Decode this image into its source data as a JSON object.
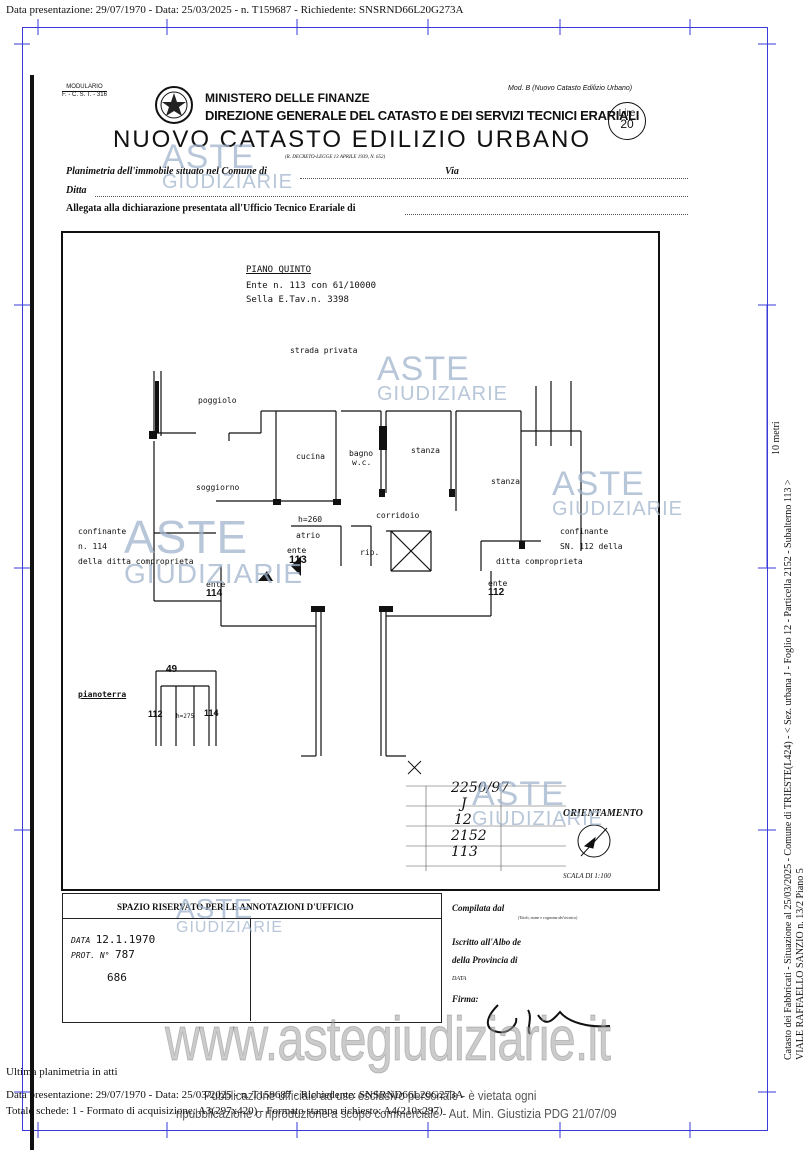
{
  "header": {
    "info": "Data presentazione: 29/07/1970 - Data: 25/03/2025 - n. T159687 - Richiedente: SNSRND66L20G273A"
  },
  "form": {
    "modulario": "MODULARIO",
    "modulario_code": "F. - C. S. T. - 316",
    "model_ref": "Mod. B (Nuovo Catasto Edilizio Urbano)",
    "ministry": "MINISTERO DELLE FINANZE",
    "direction": "DIREZIONE GENERALE DEL CATASTO E DEI SERVIZI TECNICI ERARIALI",
    "stamp_line1": "Lire",
    "stamp_line2": "20",
    "title": "NUOVO CATASTO EDILIZIO URBANO",
    "decree": "(R. DECRETO-LEGGE 13 APRILE 1939, N. 652)",
    "line1_label": "Planimetria dell'immobile situato nel Comune di",
    "line1_via": "Via",
    "line2_label": "Ditta",
    "line3_label": "Allegata alla dichiarazione presentata all'Ufficio Tecnico Erariale di"
  },
  "plan": {
    "floor_title": "PIANO QUINTO",
    "ente_line": "Ente n. 113 con 61/10000",
    "sheet_line": "Sella E.Tav.n. 3398",
    "street": "strada privata",
    "rooms": [
      "poggiolo",
      "cucina",
      "bagno",
      "w.c.",
      "stanza",
      "stanza",
      "soggiorno",
      "corridoio",
      "atrio",
      "rip."
    ],
    "height": "h=260",
    "left_neighbor": [
      "confinante",
      "n. 114",
      "della ditta comproprieta"
    ],
    "right_neighbor": [
      "confinante",
      "SN. 112 della",
      "ditta comproprieta"
    ],
    "ente_label": "ente",
    "ente_113": "113",
    "ente_114": "114",
    "ente_112": "112",
    "ground_label": "pianoterra",
    "ground_ente_49": "49",
    "ground_ente_112": "112",
    "ground_ente_114": "114",
    "ground_height": "h=275",
    "orientation_label": "ORIENTAMENTO",
    "scale_label": "SCALA DI 1:100",
    "hand_numbers": [
      "2250/97",
      "J",
      "12",
      "2152",
      "113"
    ]
  },
  "annotations": {
    "title": "SPAZIO RISERVATO PER LE ANNOTAZIONI D'UFFICIO",
    "data_label": "DATA",
    "data_value": "12.1.1970",
    "prot_label": "PROT. N°",
    "prot_value": "787",
    "extra_value": "686",
    "compilata": "Compilata dal",
    "compilata_note": "(Titolo, nome e cognome del tecnico)",
    "iscritto": "Iscritto all'Albo de",
    "provincia": "della Provincia di",
    "data2": "DATA",
    "firma": "Firma:"
  },
  "watermark": {
    "brand_top": "ASTE",
    "brand_bottom": "GIUDIZIARIE",
    "site": "www.astegiudiziarie.it",
    "notice_line1": "Pubblicazione ufficiale ad uso esclusivo personale - è vietata ogni",
    "notice_line2": "ripubblicazione o riproduzione a scopo commerciale - Aut. Min. Giustizia PDG 21/07/09"
  },
  "side": {
    "ruler": "10 metri",
    "line1": "Catasto dei Fabbricati - Situazione al 25/03/2025 - Comune di TRIESTE(L424) - < Sez. urbana J - Foglio 12 - Particella 2152 - Subalterno 113 >",
    "line2": "VIALE RAFFAELLO SANZIO n. 13/2 Piano 5"
  },
  "footer": {
    "line1": "Ultima planimetria in atti",
    "line2": "Data presentazione: 29/07/1970 - Data: 25/03/2025 - n. T159687 - Richiedente: SNSRND66L20G273A",
    "line3": "Totale schede: 1 - Formato di acquisizione: A3(297x420) - Formato stampa richiesto: A4(210x297)"
  }
}
